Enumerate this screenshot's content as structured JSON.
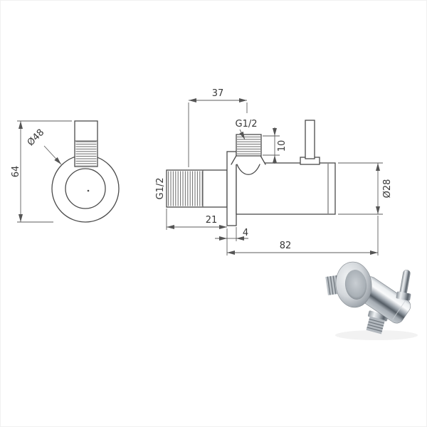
{
  "front_view": {
    "diameter": "Ø48",
    "height": "64"
  },
  "side_view": {
    "top_offset": "37",
    "top_thread": "G1/2",
    "top_thread_length": "10",
    "inlet_thread": "G1/2",
    "inlet_length": "21",
    "flange_thickness": "4",
    "total_length": "82",
    "body_diameter": "Ø28"
  },
  "colors": {
    "outline": "#4a4a4a",
    "dimension": "#5e5e5e",
    "background": "#ffffff",
    "chrome_light": "#f4f6f7",
    "chrome_dark": "#555d65"
  }
}
